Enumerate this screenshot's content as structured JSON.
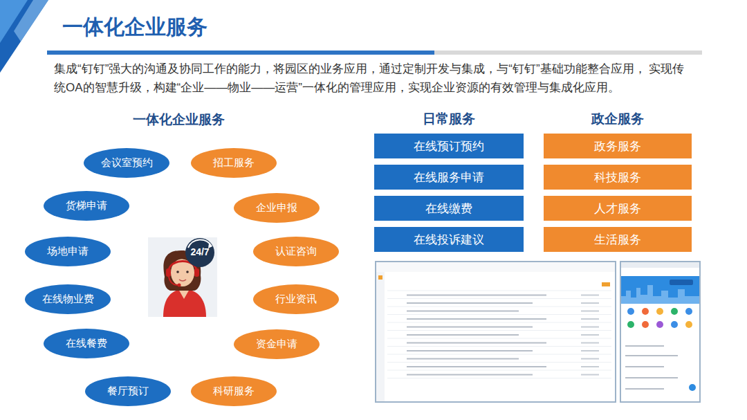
{
  "diagram": {
    "title": "一体化企业服务",
    "nodes": [
      {
        "text": [
          "会议室预约"
        ]
      },
      {
        "text": [
          "招工服务"
        ]
      },
      {
        "text": [
          "货梯申请"
        ]
      },
      {
        "text": [
          "企业申报"
        ]
      },
      {
        "text": [
          "场地申请"
        ]
      },
      {
        "text": [
          "认证咨询"
        ]
      },
      {
        "text": [
          "在线物业费"
        ]
      },
      {
        "text": [
          "行业资讯"
        ]
      },
      {
        "text": [
          "在线餐费"
        ]
      },
      {
        "text": [
          "资金申请"
        ]
      },
      {
        "text": [
          "餐厅预订"
        ]
      },
      {
        "text": [
          "科研服务"
        ]
      },
      {
        "text": [
          "在线预订预约"
        ]
      },
      {
        "text": [
          "政务服务"
        ]
      },
      {
        "text": [
          "在线服务申请"
        ]
      },
      {
        "text": [
          "科技服务"
        ]
      },
      {
        "text": [
          "在线缴费"
        ]
      },
      {
        "text": [
          "人才服务"
        ]
      },
      {
        "text": [
          "在线投诉建议"
        ]
      },
      {
        "text": [
          "生活服务"
        ]
      }
    ],
    "labels": [
      "集成“钉钉”强大的沟通及协同工作的能力，将园区的业务应用，通过定制开发与集成，与“钉钉”基础功能整合应用， 实现传统OA的智慧升级，构建“企业——物业——运营”一体化的管理应用，实现企业资源的有效管理与集成化应用。",
      "一体化企业服务",
      "日常服务",
      "政企服务",
      "24/7"
    ]
  }
}
